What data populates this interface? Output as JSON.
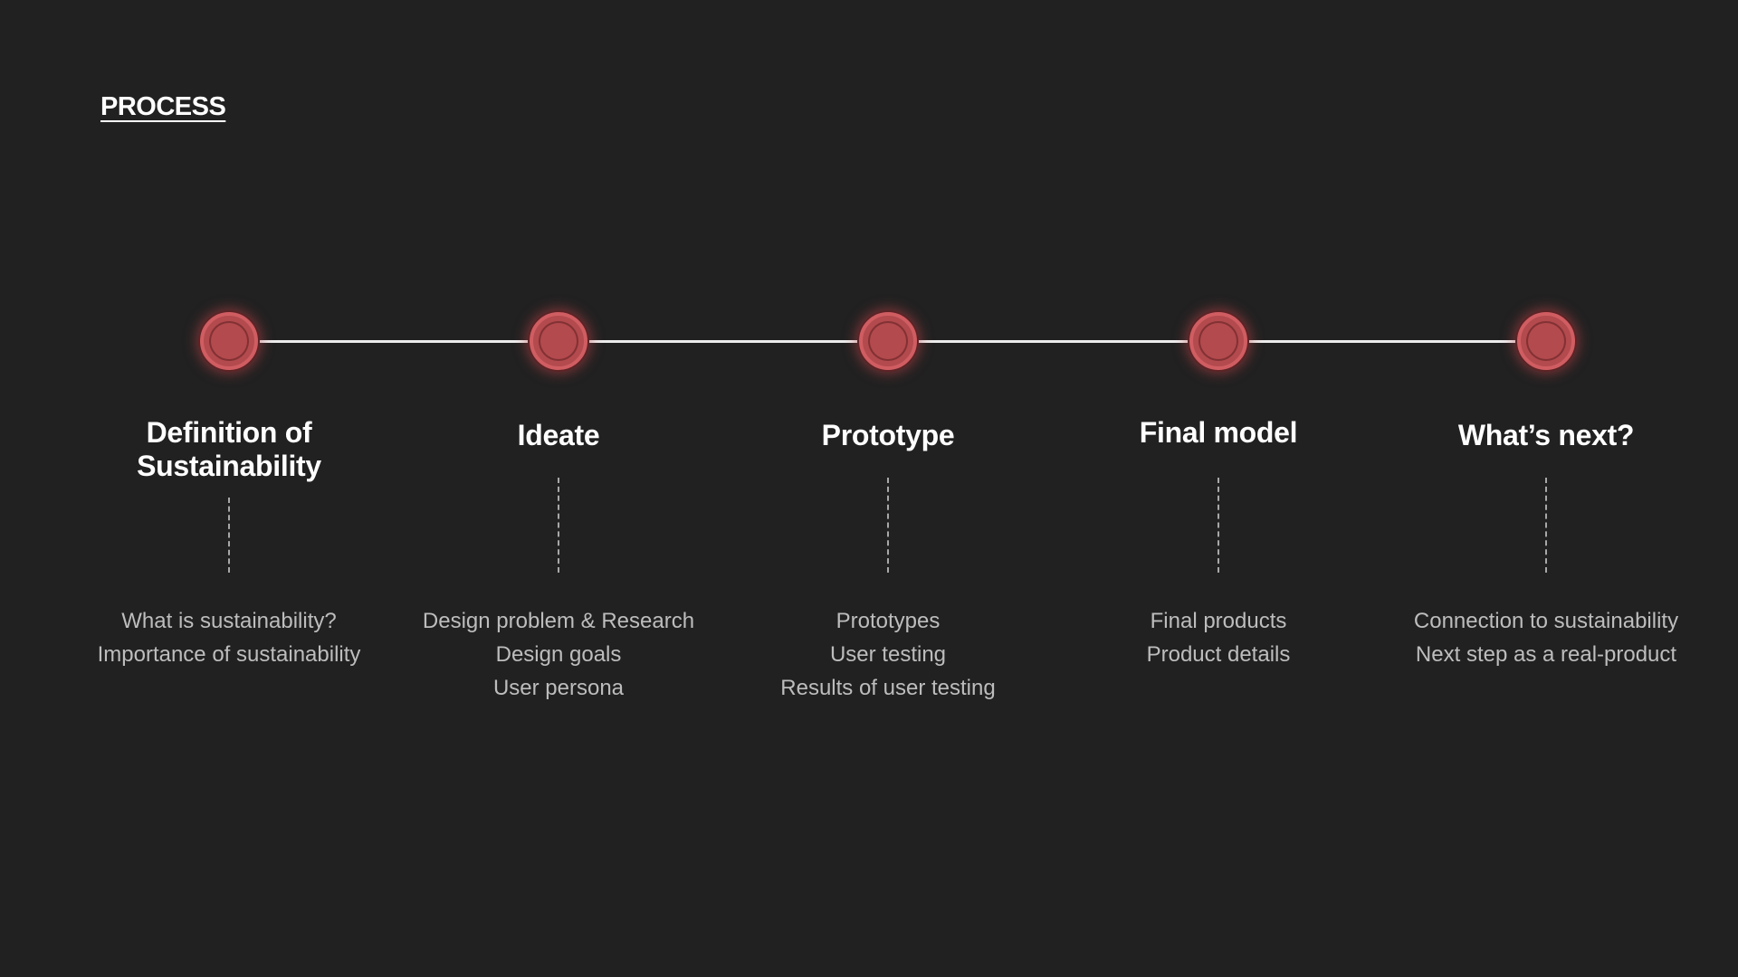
{
  "title": "PROCESS",
  "colors": {
    "background": "#212121",
    "node": "#b34a4d",
    "line": "#ececec",
    "title_text": "#ffffff",
    "detail_text": "#bdbdbd"
  },
  "steps": [
    {
      "title": "Definition of Sustainability",
      "items": [
        "What is sustainability?",
        "Importance of sustainability"
      ]
    },
    {
      "title": "Ideate",
      "items": [
        "Design problem & Research",
        "Design goals",
        "User persona"
      ]
    },
    {
      "title": "Prototype",
      "items": [
        "Prototypes",
        "User testing",
        "Results of user testing"
      ]
    },
    {
      "title": "Final model",
      "items": [
        "Final products",
        "Product details"
      ]
    },
    {
      "title": "What’s next?",
      "items": [
        "Connection to sustainability",
        "Next step as a real-product"
      ]
    }
  ]
}
